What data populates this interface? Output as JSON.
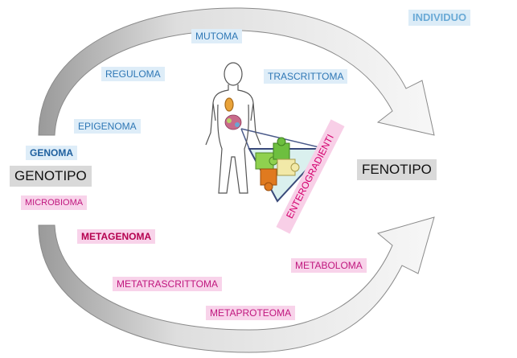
{
  "labels": {
    "individuo": "INDIVIDUO",
    "mutoma": "MUTOMA",
    "reguloma": "REGULOMA",
    "trascrittoma": "TRASCRITTOMA",
    "epigenoma": "EPIGENOMA",
    "genoma": "GENOMA",
    "genotipo": "GENOTIPO",
    "fenotipo": "FENOTIPO",
    "microbioma": "MICROBIOMA",
    "metagenoma": "METAGENOMA",
    "metaboloma": "METABOLOMA",
    "metatrascrittoma": "METATRASCRITTOMA",
    "metaproteoma": "METAPROTEOMA",
    "enterogradienti": "ENTEROGRADIENTI"
  },
  "colors": {
    "arrow_fill": "#ececec",
    "arrow_stroke": "#8a8a8a",
    "blue_label_bg": "#deedf8",
    "blue_label_text": "#2e77b5",
    "pink_label_bg": "#f8d3ea",
    "pink_label_text": "#c0177e",
    "triangle_fill": "#daf0ee",
    "puzzle_colors": [
      "#6dbf3f",
      "#e07a1f",
      "#f2e9a8",
      "#8fd14f"
    ]
  },
  "icons": [
    "human-figure",
    "puzzle-pieces",
    "upper-curved-arrow",
    "lower-curved-arrow"
  ]
}
